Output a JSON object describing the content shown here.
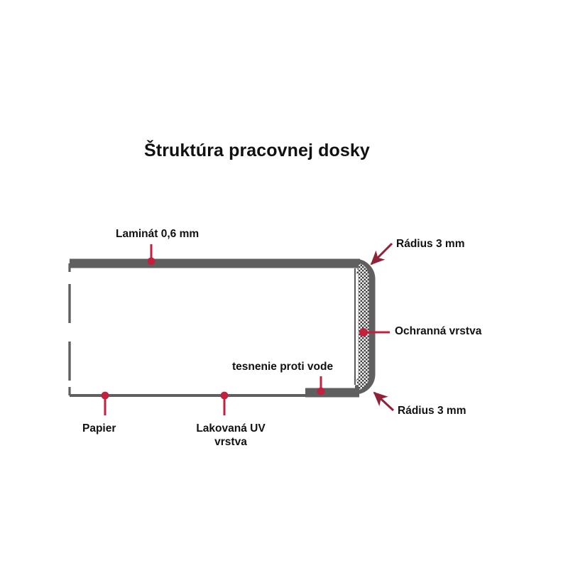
{
  "page": {
    "title": "Štruktúra pracovnej dosky",
    "background_color": "#ffffff"
  },
  "diagram": {
    "type": "cross-section-callout",
    "subject": "worktop edge cross section",
    "colors": {
      "body_stroke": "#5f5f5f",
      "protective_layer_fill": "#ffffff",
      "protective_layer_pattern": "#3a3a3a",
      "callout_red": "#c0213c",
      "arrow_red": "#8f2236",
      "text": "#111111"
    },
    "labels": [
      {
        "id": "laminat",
        "text": "Laminát 0,6 mm",
        "leader": "vertical-line-with-dot",
        "points_to": "top laminate layer"
      },
      {
        "id": "radius-top",
        "text": "Rádius 3 mm",
        "leader": "diagonal-arrow",
        "points_to": "top-right rounded corner"
      },
      {
        "id": "ochranna",
        "text": "Ochranná vrstva",
        "leader": "horizontal-line-with-dot",
        "points_to": "right edge protective layer"
      },
      {
        "id": "tesnenie",
        "text": "tesnenie proti vode",
        "leader": "vertical-line-with-dot",
        "points_to": "water seal at bottom edge"
      },
      {
        "id": "radius-bottom",
        "text": "Rádius 3 mm",
        "leader": "diagonal-arrow",
        "points_to": "bottom-right rounded corner"
      },
      {
        "id": "papier",
        "text": "Papier",
        "leader": "vertical-line-with-dot",
        "points_to": "paper backing layer"
      },
      {
        "id": "lakovana",
        "text": "Lakovaná UV\nvrstva",
        "leader": "vertical-line-with-dot",
        "points_to": "UV lacquered layer"
      }
    ]
  }
}
